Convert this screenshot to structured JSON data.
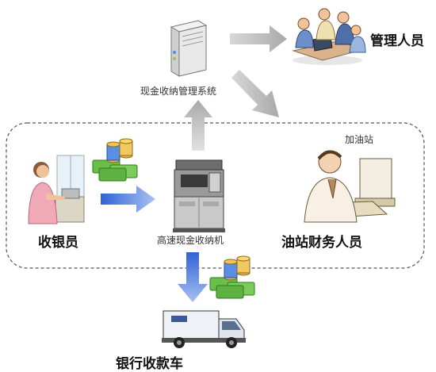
{
  "labels": {
    "management_system": "现金收纳管理系统",
    "managers": "管理人员",
    "gas_station": "加油站",
    "cashier": "收银员",
    "cash_machine": "高速现金收纳机",
    "finance_staff": "油站财务人员",
    "bank_truck": "银行收款车"
  },
  "colors": {
    "arrow_gray": "#b8b8b8",
    "arrow_blue": "#3a6fd8",
    "dashed_border": "#555555"
  },
  "icons": {
    "server": "server-icon",
    "managers": "meeting-people-icon",
    "cashier": "cashier-woman-icon",
    "cash_stack": "cash-and-coins-icon",
    "machine": "cash-sorting-machine-icon",
    "finance": "finance-worker-icon",
    "truck": "armored-truck-icon"
  }
}
